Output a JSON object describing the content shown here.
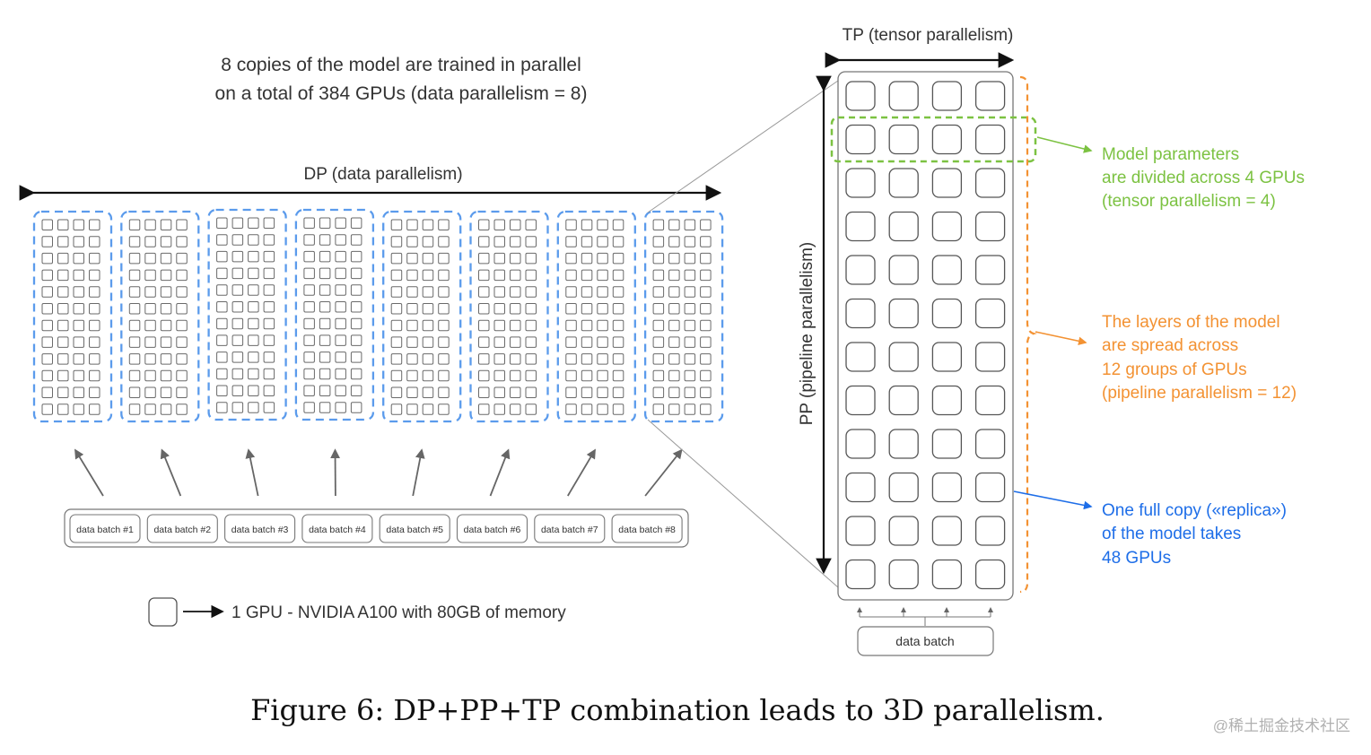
{
  "header": {
    "line1": "8 copies of the model are trained in parallel",
    "line2": "on a total of 384 GPUs (data parallelism = 8)"
  },
  "dp_label": "DP (data parallelism)",
  "tp_label": "TP (tensor parallelism)",
  "pp_label": "PP (pipeline parallelism)",
  "batches": [
    "data batch #1",
    "data batch #2",
    "data batch #3",
    "data batch #4",
    "data batch #5",
    "data batch #6",
    "data batch #7",
    "data batch #8"
  ],
  "legend_text": "1 GPU - NVIDIA A100 with 80GB of memory",
  "replica_batch": "data batch",
  "annotations": {
    "tensor": [
      "Model parameters",
      "are divided across 4 GPUs",
      "(tensor parallelism = 4)"
    ],
    "pipeline": [
      "The layers of the model",
      "are spread across",
      "12 groups of GPUs",
      "(pipeline parallelism = 12)"
    ],
    "replica": [
      "One full copy («replica»)",
      "of the model takes",
      "48 GPUs"
    ]
  },
  "caption": "Figure 6: DP+PP+TP combination leads to 3D parallelism.",
  "watermark": "@稀土掘金技术社区",
  "colors": {
    "dp_box": "#5b9bec",
    "tensor": "#7cc242",
    "pipeline": "#f39233",
    "replica": "#1e6ee8",
    "ink": "#333333",
    "gpu_outline": "#555555"
  },
  "counts": {
    "replicas": 8,
    "tp": 4,
    "pp": 12
  }
}
